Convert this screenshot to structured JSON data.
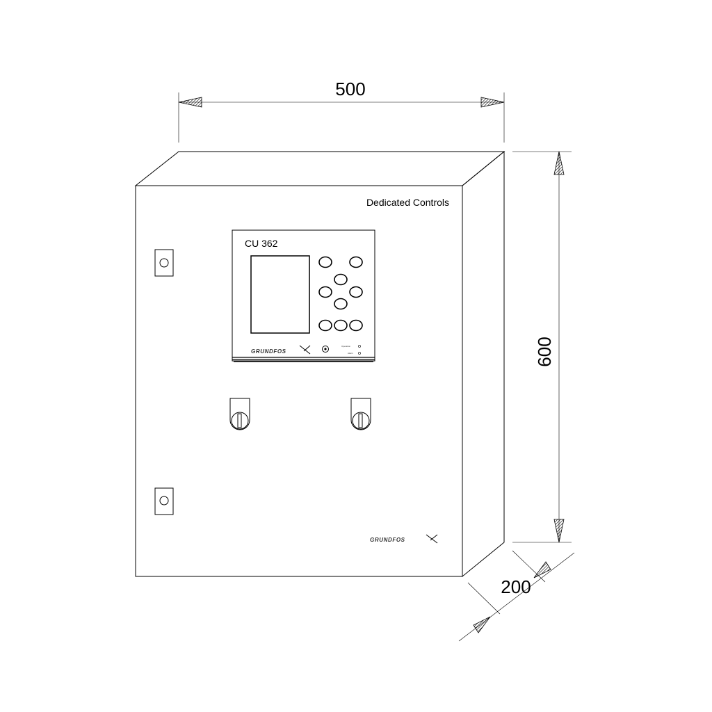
{
  "dimensions": {
    "width": "500",
    "height": "600",
    "depth": "200"
  },
  "cabinet": {
    "label": "Dedicated Controls",
    "brand": "GRUNDFOS"
  },
  "controller": {
    "model": "CU 362",
    "brand": "GRUNDFOS",
    "indicator_1": "Operation",
    "indicator_2": "Alarm"
  }
}
